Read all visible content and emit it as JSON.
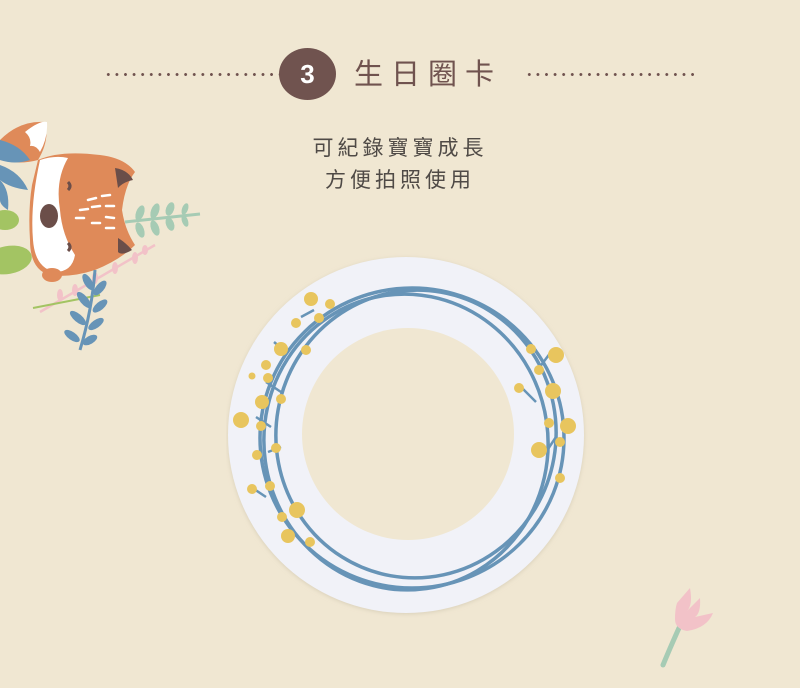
{
  "header": {
    "step_number": "3",
    "title": "生日圈卡"
  },
  "subtitle": {
    "line1": "可紀錄寶寶成長",
    "line2": "方便拍照使用"
  },
  "colors": {
    "background": "#f0e7d2",
    "accent_brown": "#70534f",
    "text_gray": "#4f4a46",
    "card_white": "#f1f2f8",
    "wreath_blue": "#6794b7",
    "berry_yellow": "#e8c55e",
    "fox_orange": "#df8a59",
    "tulip_pink": "#f2c2c8",
    "leaf_green": "#a6cbb4"
  },
  "illustrations": {
    "top_left": "fox-with-leaves",
    "center": "birthday-ring-card-with-wreath",
    "bottom_right": "tulip"
  }
}
